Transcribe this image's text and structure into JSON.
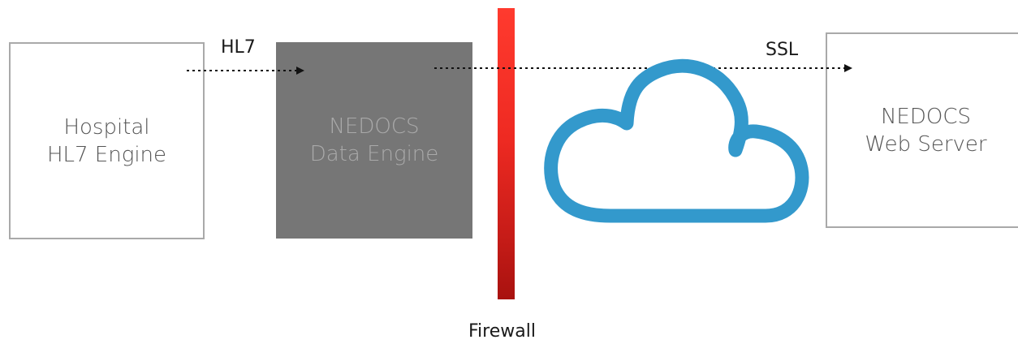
{
  "nodes": {
    "hospital": {
      "lines": [
        "Hospital",
        "HL7 Engine"
      ]
    },
    "data_engine": {
      "lines": [
        "NEDOCS",
        "Data Engine"
      ]
    },
    "web_server": {
      "lines": [
        "NEDOCS",
        "Web Server"
      ]
    }
  },
  "edges": {
    "hl7": {
      "label": "HL7"
    },
    "ssl": {
      "label": "SSL"
    }
  },
  "firewall": {
    "label": "Firewall"
  },
  "colors": {
    "box_border": "#a9a9a9",
    "engine_fill": "#767676",
    "firewall_red": "#ee2a22",
    "cloud_blue": "#3399cc",
    "arrow": "#111111"
  },
  "icons": {
    "cloud": "cloud-icon"
  }
}
